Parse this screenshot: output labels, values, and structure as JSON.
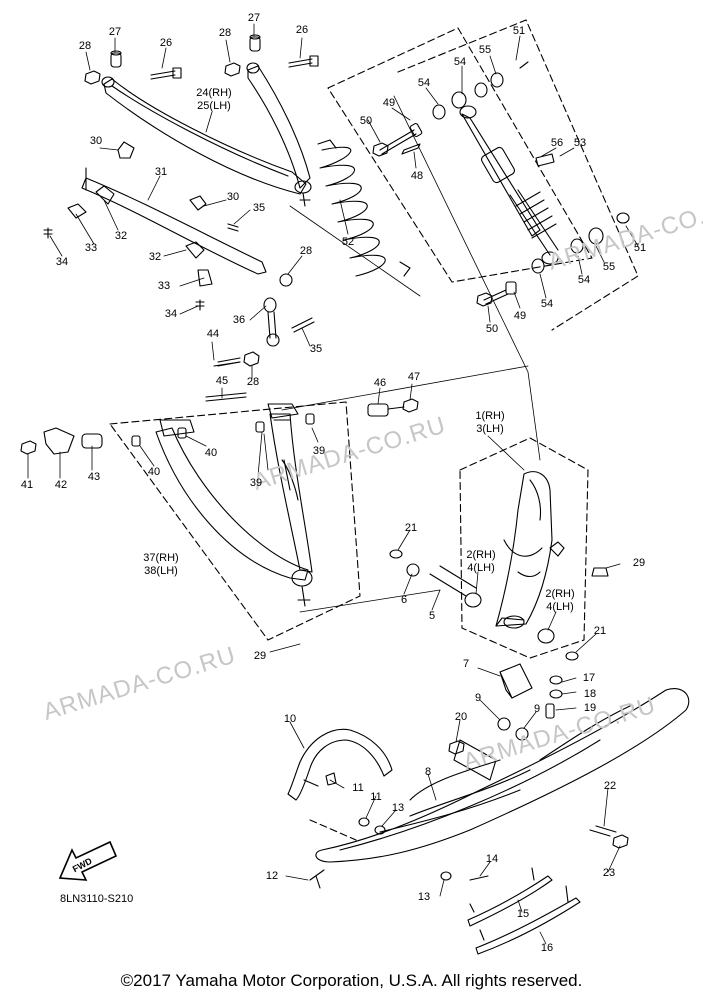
{
  "diagram_code": "8LN3110-S210",
  "copyright": "©2017 Yamaha Motor Corporation, U.S.A. All rights reserved.",
  "watermark_text": "ARMADA-CO.RU",
  "fwd_label": "FWD",
  "callouts": [
    {
      "id": "c27a",
      "text": "27"
    },
    {
      "id": "c26a",
      "text": "26"
    },
    {
      "id": "c28a",
      "text": "28"
    },
    {
      "id": "c27b",
      "text": "27"
    },
    {
      "id": "c28b",
      "text": "28"
    },
    {
      "id": "c26b",
      "text": "26"
    },
    {
      "id": "c24",
      "text": "24(RH)\n25(LH)"
    },
    {
      "id": "c30a",
      "text": "30"
    },
    {
      "id": "c31",
      "text": "31"
    },
    {
      "id": "c32a",
      "text": "32"
    },
    {
      "id": "c33a",
      "text": "33"
    },
    {
      "id": "c34a",
      "text": "34"
    },
    {
      "id": "c30b",
      "text": "30"
    },
    {
      "id": "c35a",
      "text": "35"
    },
    {
      "id": "c32b",
      "text": "32"
    },
    {
      "id": "c33b",
      "text": "33"
    },
    {
      "id": "c34b",
      "text": "34"
    },
    {
      "id": "c28c",
      "text": "28"
    },
    {
      "id": "c36",
      "text": "36"
    },
    {
      "id": "c35b",
      "text": "35"
    },
    {
      "id": "c44",
      "text": "44"
    },
    {
      "id": "c28d",
      "text": "28"
    },
    {
      "id": "c45",
      "text": "45"
    },
    {
      "id": "c46",
      "text": "46"
    },
    {
      "id": "c47",
      "text": "47"
    },
    {
      "id": "c41",
      "text": "41"
    },
    {
      "id": "c42",
      "text": "42"
    },
    {
      "id": "c43",
      "text": "43"
    },
    {
      "id": "c40a",
      "text": "40"
    },
    {
      "id": "c40b",
      "text": "40"
    },
    {
      "id": "c39a",
      "text": "39"
    },
    {
      "id": "c39b",
      "text": "39"
    },
    {
      "id": "c37",
      "text": "37(RH)\n38(LH)"
    },
    {
      "id": "c29a",
      "text": "29"
    },
    {
      "id": "c51a",
      "text": "51"
    },
    {
      "id": "c55a",
      "text": "55"
    },
    {
      "id": "c54a",
      "text": "54"
    },
    {
      "id": "c54b",
      "text": "54"
    },
    {
      "id": "c49a",
      "text": "49"
    },
    {
      "id": "c50a",
      "text": "50"
    },
    {
      "id": "c56",
      "text": "56"
    },
    {
      "id": "c53",
      "text": "53"
    },
    {
      "id": "c48",
      "text": "48"
    },
    {
      "id": "c52",
      "text": "52"
    },
    {
      "id": "c51b",
      "text": "51"
    },
    {
      "id": "c55b",
      "text": "55"
    },
    {
      "id": "c54c",
      "text": "54"
    },
    {
      "id": "c54d",
      "text": "54"
    },
    {
      "id": "c49b",
      "text": "49"
    },
    {
      "id": "c50b",
      "text": "50"
    },
    {
      "id": "c1",
      "text": "1(RH)\n3(LH)"
    },
    {
      "id": "c21a",
      "text": "21"
    },
    {
      "id": "c2a",
      "text": "2(RH)\n4(LH)"
    },
    {
      "id": "c29b",
      "text": "29"
    },
    {
      "id": "c6",
      "text": "6"
    },
    {
      "id": "c5",
      "text": "5"
    },
    {
      "id": "c2b",
      "text": "2(RH)\n4(LH)"
    },
    {
      "id": "c21b",
      "text": "21"
    },
    {
      "id": "c7",
      "text": "7"
    },
    {
      "id": "c17",
      "text": "17"
    },
    {
      "id": "c18",
      "text": "18"
    },
    {
      "id": "c19",
      "text": "19"
    },
    {
      "id": "c9a",
      "text": "9"
    },
    {
      "id": "c9b",
      "text": "9"
    },
    {
      "id": "c20",
      "text": "20"
    },
    {
      "id": "c10",
      "text": "10"
    },
    {
      "id": "c8",
      "text": "8"
    },
    {
      "id": "c11a",
      "text": "11"
    },
    {
      "id": "c11b",
      "text": "11"
    },
    {
      "id": "c13a",
      "text": "13"
    },
    {
      "id": "c22",
      "text": "22"
    },
    {
      "id": "c23",
      "text": "23"
    },
    {
      "id": "c12",
      "text": "12"
    },
    {
      "id": "c14",
      "text": "14"
    },
    {
      "id": "c13b",
      "text": "13"
    },
    {
      "id": "c15",
      "text": "15"
    },
    {
      "id": "c16",
      "text": "16"
    }
  ]
}
